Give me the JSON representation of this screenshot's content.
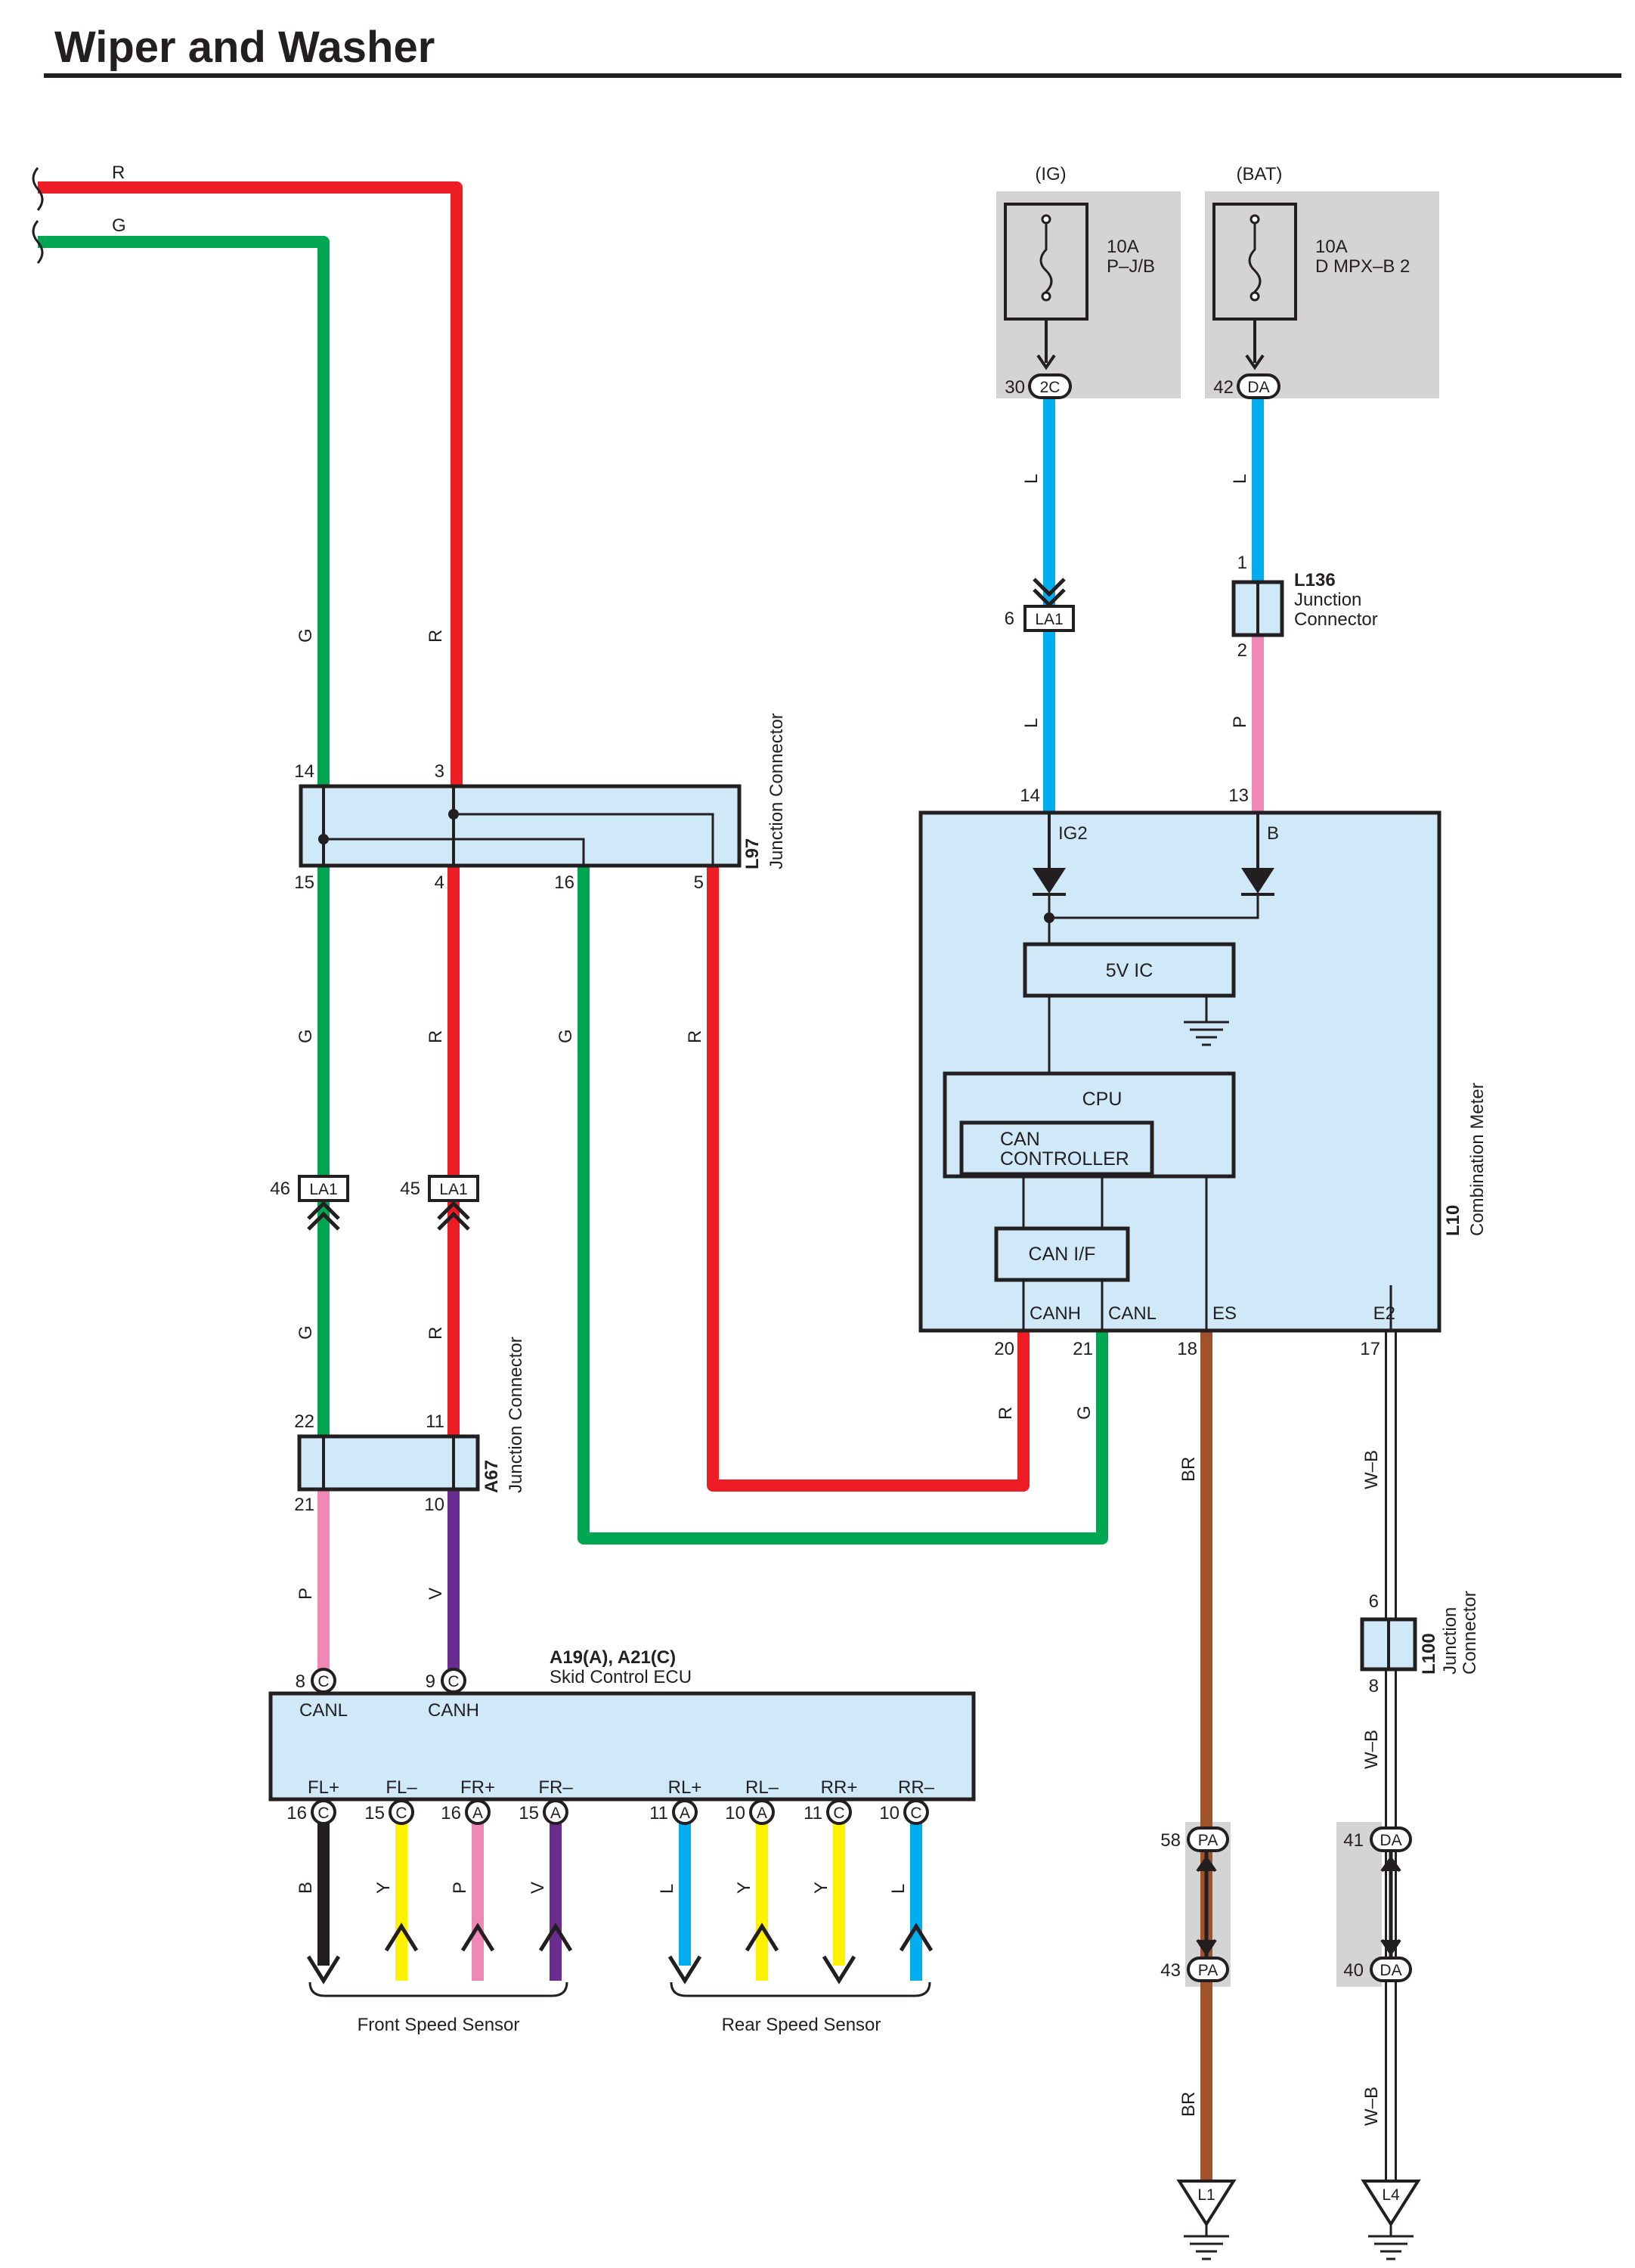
{
  "title": "Wiper and Washer",
  "colors": {
    "R": "#ee1c25",
    "G": "#00a651",
    "L": "#00aeef",
    "P": "#f088b6",
    "V": "#6a2c91",
    "BR": "#a0522d",
    "B": "#231f20",
    "Y": "#fff200",
    "W-B": "#ffffff",
    "box_fill": "#cfe9f9",
    "fuse_bg": "#d4d4d4"
  },
  "top_left_wires": {
    "r": "R",
    "g": "G"
  },
  "fuses": {
    "ig": {
      "source": "(IG)",
      "amp": "10A",
      "name": "P–J/B",
      "pin": "30",
      "connector": "2C"
    },
    "bat": {
      "source": "(BAT)",
      "amp": "10A",
      "name": "D MPX–B 2",
      "pin": "42",
      "connector": "DA"
    }
  },
  "connectors": {
    "la1_top": {
      "pin": "6",
      "name": "LA1"
    },
    "la1_g": {
      "pin": "46",
      "name": "LA1"
    },
    "la1_r": {
      "pin": "45",
      "name": "LA1"
    },
    "pa_top": {
      "pin": "58",
      "name": "PA"
    },
    "pa_bottom": {
      "pin": "43",
      "name": "PA"
    },
    "da_top": {
      "pin": "41",
      "name": "DA"
    },
    "da_bottom": {
      "pin": "40",
      "name": "DA"
    }
  },
  "l136": {
    "code": "L136",
    "line1": "Junction",
    "line2": "Connector",
    "pin_top": "1",
    "pin_bottom": "2"
  },
  "l97": {
    "code": "L97",
    "name": "Junction Connector",
    "pins": {
      "p14": "14",
      "p3": "3",
      "p15": "15",
      "p4": "4",
      "p16": "16",
      "p5": "5"
    }
  },
  "a67": {
    "code": "A67",
    "name": "Junction Connector",
    "pins": {
      "p22": "22",
      "p11": "11",
      "p21": "21",
      "p10": "10"
    }
  },
  "l100": {
    "code": "L100",
    "line1": "Junction",
    "line2": "Connector",
    "pin_top": "6",
    "pin_bottom": "8"
  },
  "meter": {
    "code": "L10",
    "name": "Combination Meter",
    "pin_ig2": "14",
    "pin_b": "13",
    "ig2": "IG2",
    "b": "B",
    "ic": "5V IC",
    "cpu": "CPU",
    "can_ctrl_1": "CAN",
    "can_ctrl_2": "CONTROLLER",
    "can_if": "CAN I/F",
    "canh": "CANH",
    "canl": "CANL",
    "es": "ES",
    "e2": "E2",
    "pin_canh": "20",
    "pin_canl": "21",
    "pin_es": "18",
    "pin_e2": "17"
  },
  "ecu": {
    "code": "A19(A), A21(C)",
    "name": "Skid Control ECU",
    "canl": "CANL",
    "canh": "CANH",
    "pin_canl": "8",
    "pin_canh": "9",
    "conn_c": "C",
    "sensors": [
      {
        "label": "FL+",
        "pin": "16",
        "conn": "C",
        "color": "B"
      },
      {
        "label": "FL–",
        "pin": "15",
        "conn": "C",
        "color": "Y"
      },
      {
        "label": "FR+",
        "pin": "16",
        "conn": "A",
        "color": "P"
      },
      {
        "label": "FR–",
        "pin": "15",
        "conn": "A",
        "color": "V"
      },
      {
        "label": "RL+",
        "pin": "11",
        "conn": "A",
        "color": "L"
      },
      {
        "label": "RL–",
        "pin": "10",
        "conn": "A",
        "color": "Y"
      },
      {
        "label": "RR+",
        "pin": "11",
        "conn": "C",
        "color": "Y"
      },
      {
        "label": "RR–",
        "pin": "10",
        "conn": "C",
        "color": "L"
      }
    ],
    "front_sensor": "Front Speed Sensor",
    "rear_sensor": "Rear Speed Sensor"
  },
  "grounds": {
    "l1": "L1",
    "l4": "L4"
  },
  "wire_labels": {
    "g_left_top": "G",
    "r_left_top": "R",
    "g_left_mid": "G",
    "r_left_mid": "R",
    "g_16": "G",
    "r_5": "R",
    "g_left_low": "G",
    "r_left_low": "R",
    "p_a67": "P",
    "v_a67": "V",
    "l_ig_top": "L",
    "l_ig_bottom": "L",
    "l_bat_top": "L",
    "p_bat": "P",
    "r_canh": "R",
    "g_canl": "G",
    "br_top": "BR",
    "br_bottom": "BR",
    "wb_top": "W–B",
    "wb_mid": "W–B",
    "wb_bottom": "W–B"
  }
}
